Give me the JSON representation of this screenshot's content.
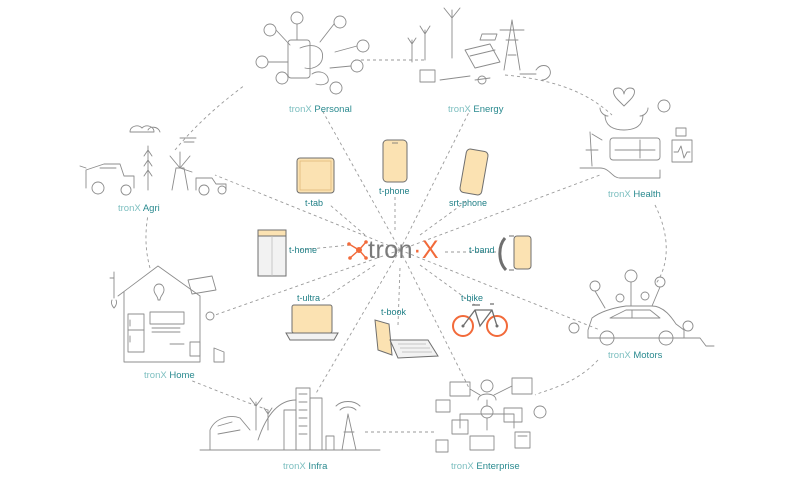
{
  "center": {
    "brand_main": "tron",
    "brand_sep": "·",
    "brand_x": "X"
  },
  "colors": {
    "teal": "#2a8a8f",
    "teal_light": "#7dbfc0",
    "orange": "#f26a3a",
    "device_fill": "#fbe2b2",
    "line": "#8c8c8c"
  },
  "outer_nodes": [
    {
      "id": "personal",
      "prefix": "tronX",
      "name": "Personal",
      "icon": "personal-devices-icon"
    },
    {
      "id": "energy",
      "prefix": "tronX",
      "name": "Energy",
      "icon": "energy-grid-icon"
    },
    {
      "id": "health",
      "prefix": "tronX",
      "name": "Health",
      "icon": "health-care-icon"
    },
    {
      "id": "motors",
      "prefix": "tronX",
      "name": "Motors",
      "icon": "connected-car-icon"
    },
    {
      "id": "enterprise",
      "prefix": "tronX",
      "name": "Enterprise",
      "icon": "enterprise-network-icon"
    },
    {
      "id": "infra",
      "prefix": "tronX",
      "name": "Infra",
      "icon": "city-infrastructure-icon"
    },
    {
      "id": "home",
      "prefix": "tronX",
      "name": "Home",
      "icon": "smart-home-icon"
    },
    {
      "id": "agri",
      "prefix": "tronX",
      "name": "Agri",
      "icon": "agriculture-icon"
    }
  ],
  "devices": [
    {
      "id": "ttab",
      "label": "t-tab",
      "icon": "tablet-icon"
    },
    {
      "id": "tphone",
      "label": "t-phone",
      "icon": "phone-icon"
    },
    {
      "id": "srtphone",
      "label": "srt-phone",
      "icon": "smartphone-icon"
    },
    {
      "id": "thome",
      "label": "t-home",
      "icon": "home-hub-icon"
    },
    {
      "id": "tband",
      "label": "t-band",
      "icon": "wristband-icon"
    },
    {
      "id": "tultra",
      "label": "t-ultra",
      "icon": "laptop-icon"
    },
    {
      "id": "tbook",
      "label": "t-book",
      "icon": "convertible-book-icon"
    },
    {
      "id": "tbike",
      "label": "t-bike",
      "icon": "bicycle-icon"
    }
  ]
}
